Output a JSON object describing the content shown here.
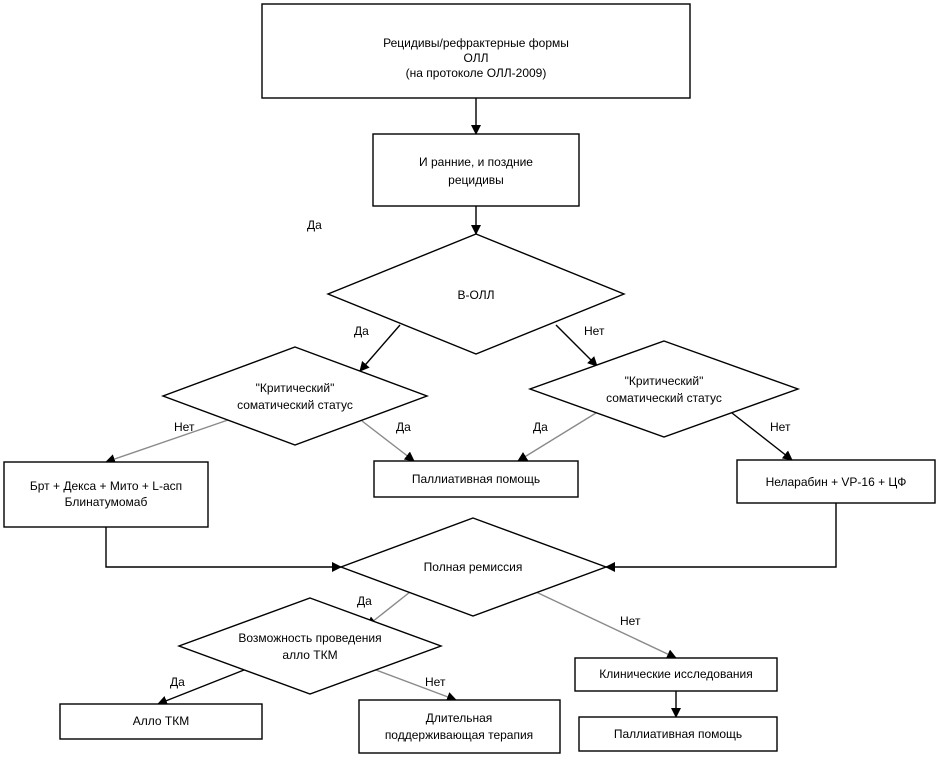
{
  "nodes": {
    "start": {
      "line1": "Рецидивы/рефрактерные формы",
      "line2": "ОЛЛ",
      "line3": "(на протоколе ОЛЛ-2009)"
    },
    "all_relapses": {
      "line1": "И ранние, и поздние",
      "line2": "рецидивы"
    },
    "b_all": {
      "line1": "В-ОЛЛ"
    },
    "critical_left": {
      "line1": "\"Критический\"",
      "line2": "соматический статус"
    },
    "critical_right": {
      "line1": "\"Критический\"",
      "line2": "соматический статус"
    },
    "therapy_left": {
      "line1": "Брт + Декса + Мито + L-асп",
      "line2": "Блинатумомаб"
    },
    "palliative_top": {
      "line1": "Паллиативная помощь"
    },
    "therapy_right": {
      "line1": "Неларабин + VP-16 + ЦФ"
    },
    "remission": {
      "line1": "Полная ремиссия"
    },
    "allo_possible": {
      "line1": "Возможность проведения",
      "line2": "алло ТКМ"
    },
    "clinical_trials": {
      "line1": "Клинические исследования"
    },
    "allo_tkm": {
      "line1": "Алло ТКМ"
    },
    "maintenance": {
      "line1": "Длительная",
      "line2": "поддерживающая терапия"
    },
    "palliative_bottom": {
      "line1": "Паллиативная помощь"
    }
  },
  "labels": {
    "stray_yes": "Да",
    "ball_yes": "Да",
    "ball_no": "Нет",
    "critL_no": "Нет",
    "critL_yes": "Да",
    "critR_yes": "Да",
    "critR_no": "Нет",
    "rem_yes": "Да",
    "rem_no": "Нет",
    "allo_yes": "Да",
    "allo_no": "Нет"
  },
  "colors": {
    "line_dark": "#000000",
    "line_gray": "#8a8a8a",
    "fill": "#ffffff"
  }
}
